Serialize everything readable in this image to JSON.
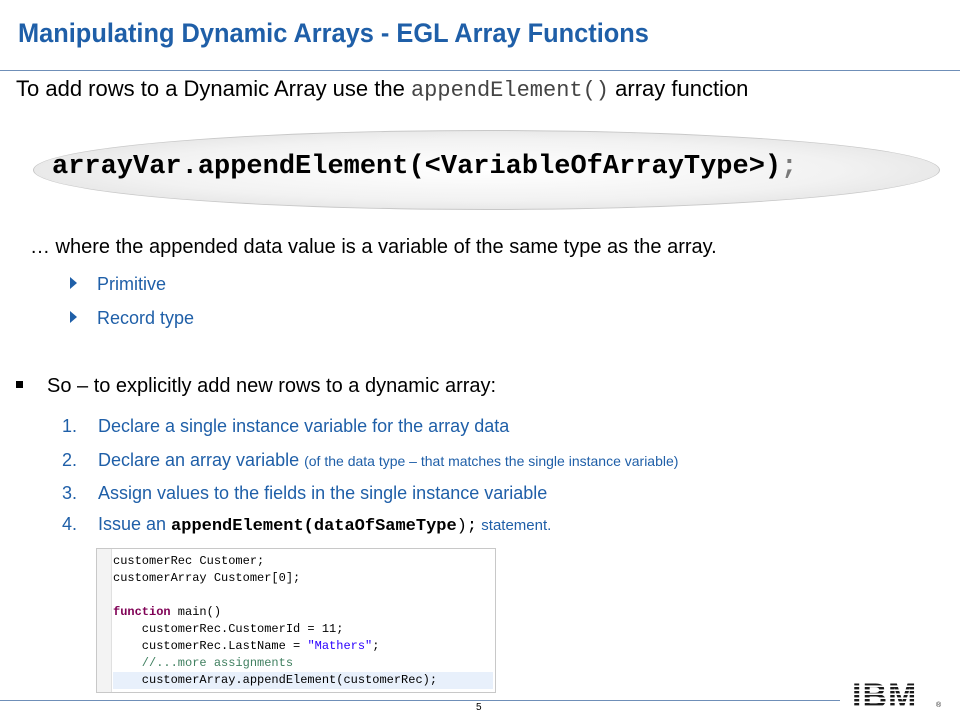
{
  "title": "Manipulating Dynamic Arrays  - EGL Array Functions",
  "intro": {
    "before": "To add rows to a Dynamic Array use the ",
    "code": "appendElement()",
    "after": " array function"
  },
  "syntax": {
    "main": "arrayVar.appendElement(<VariableOfArrayType>)",
    "tail": ";"
  },
  "where_text": "… where the appended data value is a variable of the same type as the array.",
  "sub_items": [
    "Primitive",
    "Record type"
  ],
  "so_text": "So – to explicitly add new rows to a dynamic array:",
  "steps": [
    {
      "num": "1.",
      "text": "Declare a single instance variable for the array data"
    },
    {
      "num": "2.",
      "text": "Declare an array variable ",
      "small": "(of the data type – that matches the single instance variable)"
    },
    {
      "num": "3.",
      "text": "Assign values to the fields in the single instance variable"
    },
    {
      "num": "4.",
      "text": "Issue an ",
      "code": "appendElement(dataOfSameType",
      "code_tail": ");",
      "after": "  statement."
    }
  ],
  "code_lines": {
    "l1": "customerRec Customer;",
    "l2": "customerArray Customer[0];",
    "l3_kw": "function",
    "l3_rest": " main()",
    "l4": "    customerRec.CustomerId = 11;",
    "l5_pre": "    customerRec.LastName = ",
    "l5_str": "\"Mathers\"",
    "l5_post": ";",
    "l6": "    //...more assignments",
    "l7": "    customerArray.appendElement(customerRec);"
  },
  "page_number": "5",
  "logo_text": "IBM",
  "colors": {
    "accent": "#1f5fa8",
    "rule": "#6f8fb8"
  }
}
